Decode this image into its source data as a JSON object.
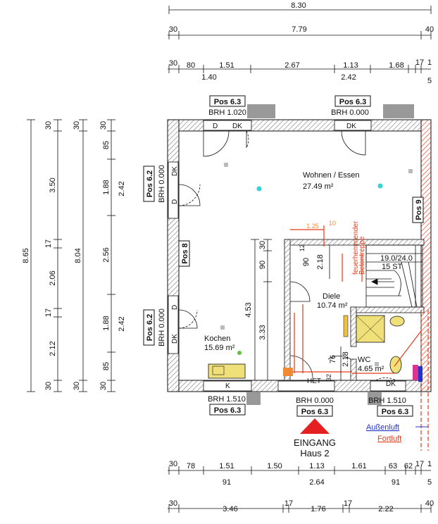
{
  "top_dims": {
    "overall": "8.30",
    "row2": {
      "left": "30",
      "mid": "7.79",
      "right": "40"
    },
    "row3": [
      "30",
      "80",
      "1.51",
      "2.67",
      "1.13",
      "1.68",
      "17",
      "1"
    ],
    "row3_sub": [
      "1.40",
      "2.42",
      "5"
    ]
  },
  "left_dims": {
    "overall": "8.65",
    "col2": [
      "30",
      "8.04",
      "30"
    ],
    "col1": [
      "30",
      "3.50",
      "17",
      "2.06",
      "17",
      "2.12",
      "30"
    ],
    "col3": [
      "30",
      "85",
      "1.88",
      "2.56",
      "1.88",
      "85",
      "30"
    ],
    "col4": [
      "2.42",
      "2.42"
    ]
  },
  "bottom_dims": {
    "row1": [
      "30",
      "78",
      "1.51",
      "1.50",
      "1.13",
      "1.61",
      "63",
      "62",
      "17",
      "1"
    ],
    "row1_sub": [
      "91",
      "2.64",
      "91",
      "5"
    ],
    "row2": [
      "30",
      "3.46",
      "17",
      "1.76",
      "17",
      "2.22",
      "40"
    ]
  },
  "windows": {
    "top_left": {
      "pos": "Pos 6.3",
      "brh": "BRH 1.020"
    },
    "top_mid": {
      "pos": "Pos 6.3",
      "brh": "BRH 0.000"
    },
    "left_upper": {
      "pos": "Pos 6.2",
      "brh": "BRH 0.000"
    },
    "left_mid": {
      "pos": "Pos 8"
    },
    "left_lower": {
      "pos": "Pos 6.2",
      "brh": "BRH 0.000"
    },
    "right": {
      "pos": "Pos 9"
    },
    "bottom_left": {
      "pos": "Pos 6.3",
      "brh": "BRH 1.510"
    },
    "bottom_mid": {
      "pos": "Pos 6.3",
      "brh": "BRH 0.000"
    },
    "bottom_right": {
      "pos": "Pos 6.3",
      "brh": "BRH 1.510"
    }
  },
  "rooms": {
    "wohnen": {
      "name": "Wohnen / Essen",
      "area": "27.49 m²"
    },
    "kochen": {
      "name": "Kochen",
      "area": "15.69 m²"
    },
    "diele": {
      "name": "Diele",
      "area": "10.74 m²"
    },
    "wc": {
      "name": "WC",
      "area": "4.65 m²"
    }
  },
  "inner_dims": {
    "v453": "4.53",
    "v333": "3.33",
    "v30": "30",
    "v90": "90",
    "n90": "90",
    "n12": "12",
    "n218a": "2.18",
    "n218b": "2.18",
    "n76": "76",
    "n32": "32",
    "red125": "1.25",
    "red10": "10",
    "stair": "19.0/24.0",
    "stair2": "15 ST"
  },
  "annotations": {
    "feuer": "feuerhemmender\nBetontreppe",
    "het": "HET",
    "d": "D",
    "dk": "DK",
    "k": "K",
    "entrance": "EINGANG",
    "haus": "Haus 2",
    "aussenluft": "Außenluft",
    "fortluft": "Fortluft"
  },
  "colors": {
    "wall_hatch": "#888888",
    "red_line": "#e53a1a",
    "orange": "#f08a30",
    "cyan": "#3ad0d8",
    "blue": "#2233cc",
    "entrance_triangle": "#e52020"
  }
}
